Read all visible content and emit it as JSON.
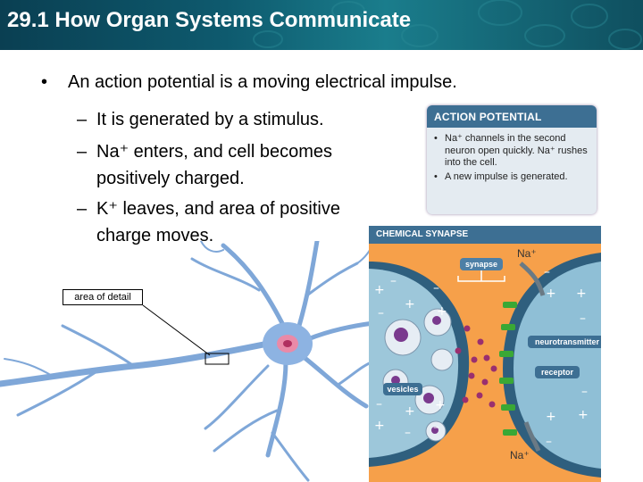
{
  "slide": {
    "title": "29.1 How Organ Systems Communicate",
    "bullet": "An action potential is a moving electrical impulse.",
    "bullet_marker": "•",
    "sub_dash": "–",
    "sub_bullets": [
      "It is generated by a stimulus.",
      "Na⁺ enters, and cell becomes",
      "positively charged.",
      "K⁺ leaves, and area of positive",
      "charge moves."
    ]
  },
  "action_potential_box": {
    "heading": "ACTION POTENTIAL",
    "items": [
      "Na⁺ channels in the second neuron open quickly. Na⁺ rushes into the cell.",
      "A new impulse is generated."
    ]
  },
  "synapse_figure": {
    "heading": "CHEMICAL SYNAPSE",
    "labels": {
      "synapse": "synapse",
      "neurotransmitter": "neurotransmitter",
      "receptor": "receptor",
      "vesicles": "vesicles",
      "na_top": "Na⁺",
      "na_bottom": "Na⁺"
    }
  },
  "neuron_figure": {
    "detail_label": "area of detail"
  },
  "colors": {
    "title_bar": "#0e5a6e",
    "panel_heading": "#3d6f93",
    "synapse_bg": "#f6a04a",
    "neuron": "#7fa7d8"
  }
}
